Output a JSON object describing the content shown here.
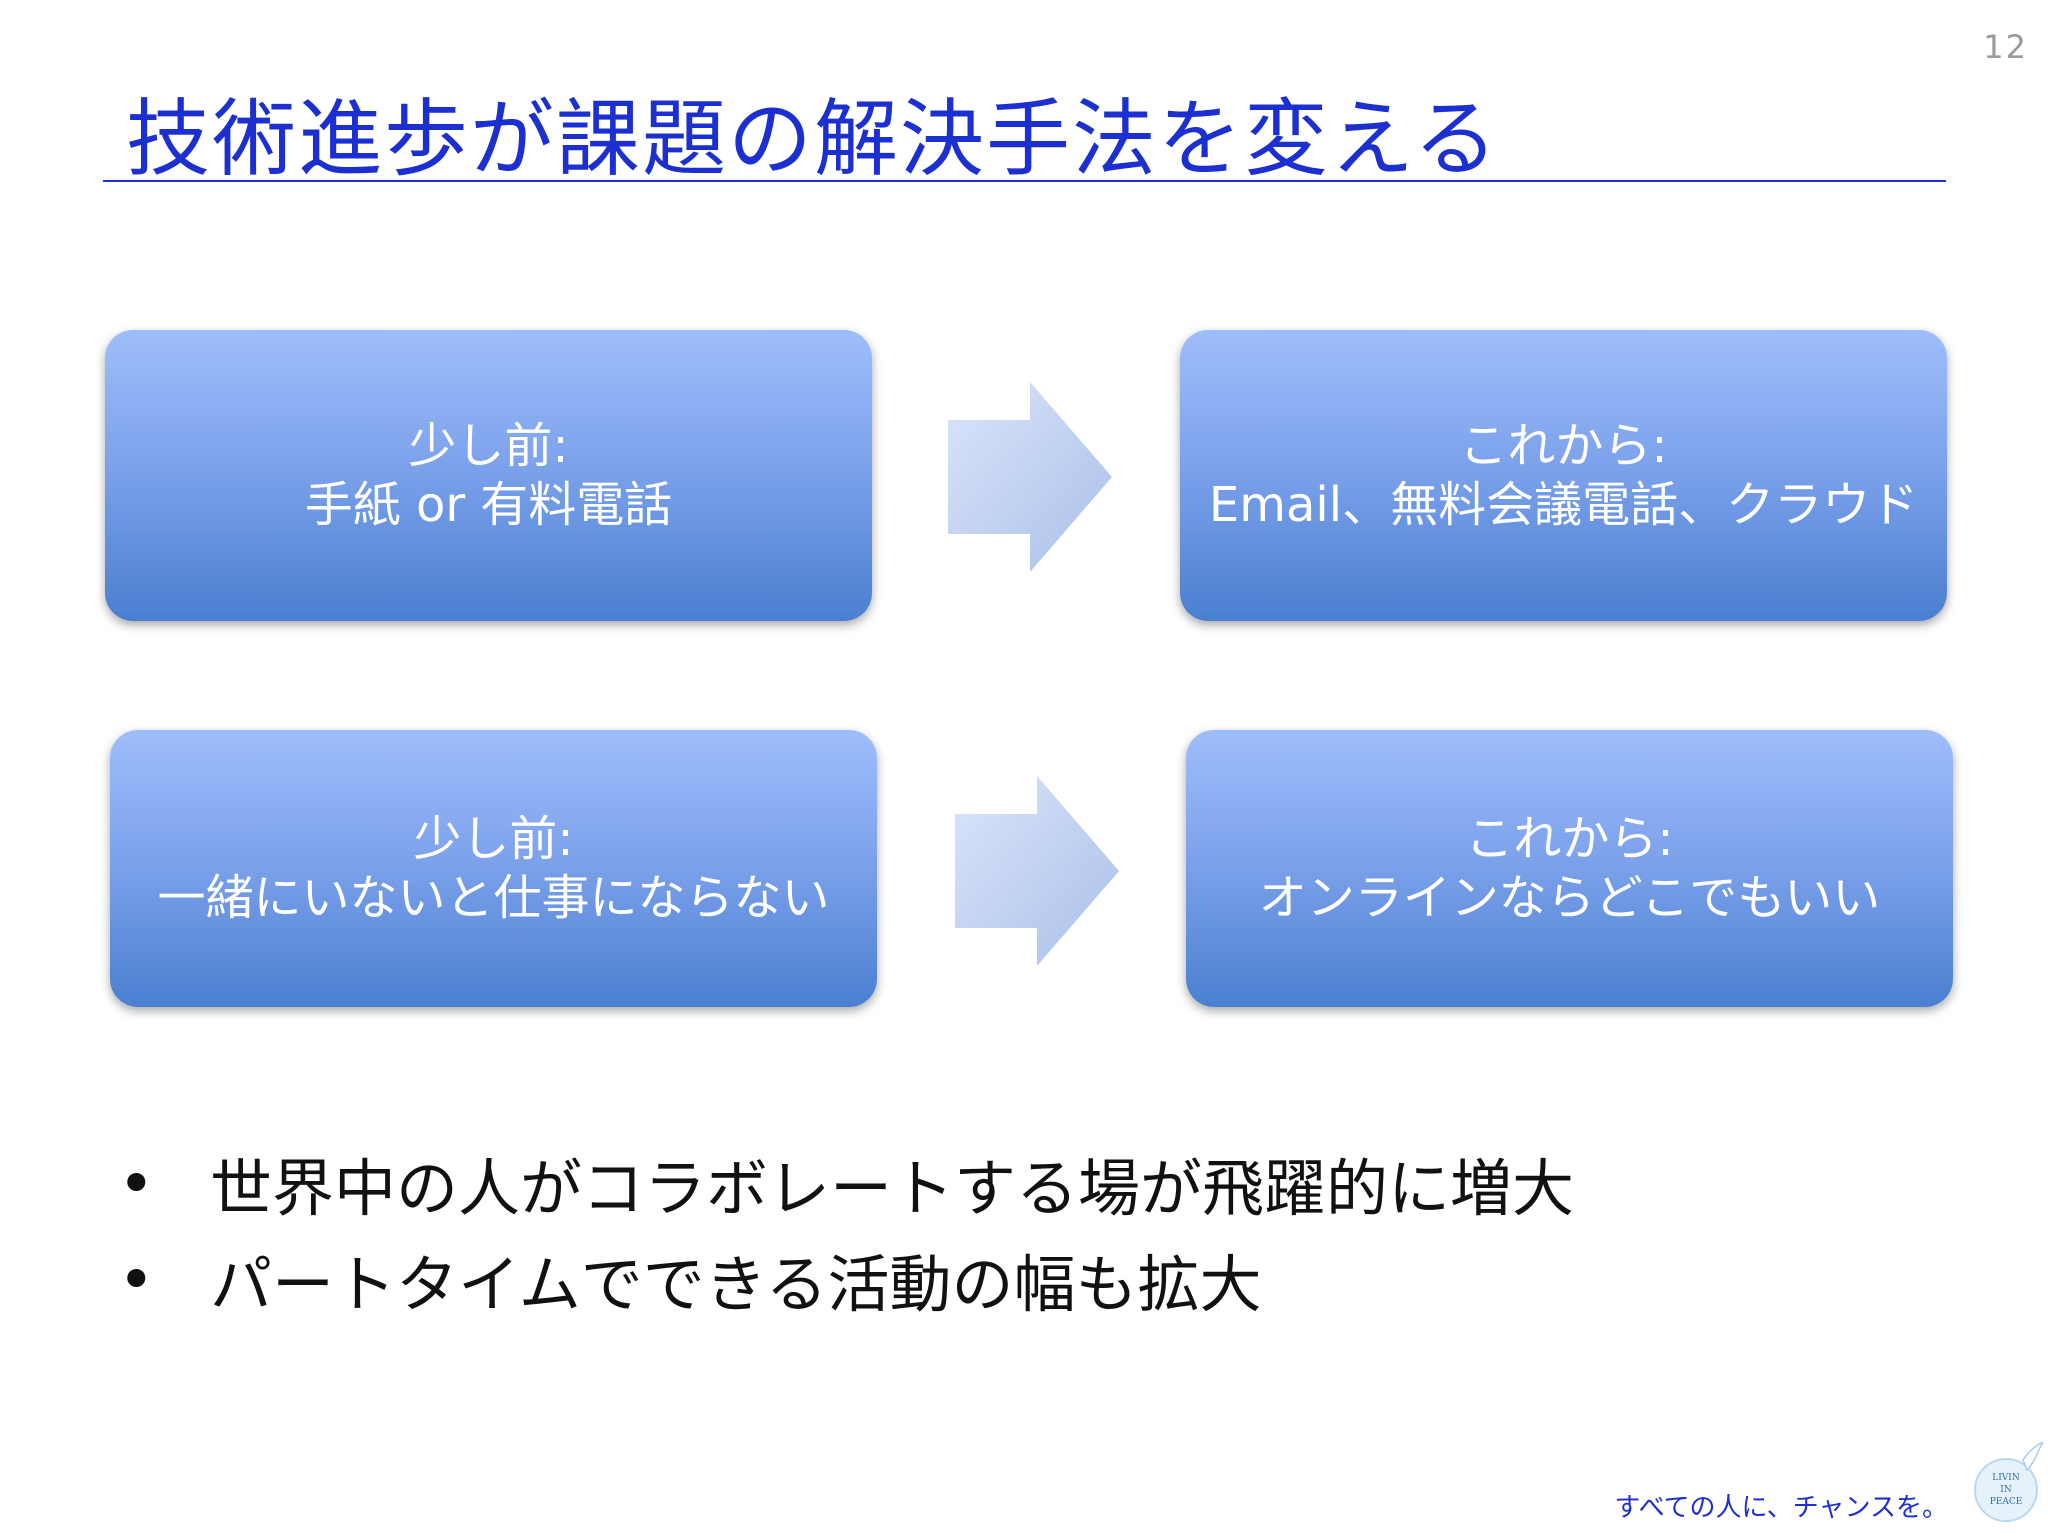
{
  "page_number": "12",
  "title": "技術進歩が課題の解決手法を変える",
  "rows": [
    {
      "before": {
        "label": "少し前:",
        "text": "手紙 or 有料電話"
      },
      "after": {
        "label": "これから:",
        "text": "Email、無料会議電話、クラウド"
      }
    },
    {
      "before": {
        "label": "少し前:",
        "text": "一緒にいないと仕事にならない"
      },
      "after": {
        "label": "これから:",
        "text": "オンラインならどこでもいい"
      }
    }
  ],
  "bullets": [
    "世界中の人がコラボレートする場が飛躍的に増大",
    "パートタイムでできる活動の幅も拡大"
  ],
  "bullet_symbol": "•",
  "footer": "すべての人に、チャンスを。",
  "logo_text": [
    "LIVIN",
    "IN",
    "PEACE"
  ],
  "colors": {
    "title": "#1c2fd0",
    "box_top": "#9ebdfb",
    "box_bottom": "#4a7fd0",
    "arrow": "#c8d6f5"
  }
}
